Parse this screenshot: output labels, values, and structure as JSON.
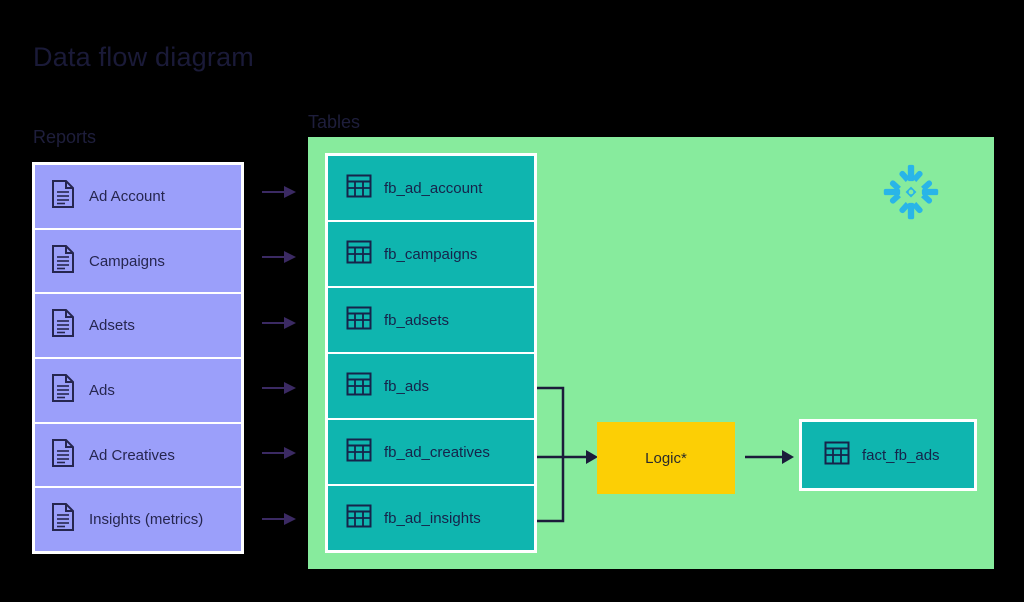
{
  "diagram": {
    "title": "Data flow diagram",
    "colors": {
      "background": "#000000",
      "reports_fill": "#9B9FFA",
      "tables_panel_fill": "#87EB9D",
      "table_fill": "#0FB5AF",
      "logic_fill": "#FCCF05",
      "snowflake_blue": "#29B5E8",
      "stroke_dark": "#26264f",
      "frame_white": "#ffffff"
    }
  },
  "reports": {
    "heading": "Reports",
    "items": [
      {
        "label": "Ad Account",
        "icon": "document-icon"
      },
      {
        "label": "Campaigns",
        "icon": "document-icon"
      },
      {
        "label": "Adsets",
        "icon": "document-icon"
      },
      {
        "label": "Ads",
        "icon": "document-icon"
      },
      {
        "label": "Ad Creatives",
        "icon": "document-icon"
      },
      {
        "label": "Insights (metrics)",
        "icon": "document-icon"
      }
    ]
  },
  "flow_arrows": {
    "count": 6,
    "icon": "arrow-right-icon",
    "direction": "reports-to-tables"
  },
  "tables": {
    "heading": "Tables",
    "platform_logo": "snowflake-icon",
    "items": [
      {
        "label": "fb_ad_account",
        "icon": "table-icon"
      },
      {
        "label": "fb_campaigns",
        "icon": "table-icon"
      },
      {
        "label": "fb_adsets",
        "icon": "table-icon"
      },
      {
        "label": "fb_ads",
        "icon": "table-icon"
      },
      {
        "label": "fb_ad_creatives",
        "icon": "table-icon"
      },
      {
        "label": "fb_ad_insights",
        "icon": "table-icon"
      }
    ],
    "merge_sources": [
      "fb_ads",
      "fb_ad_creatives",
      "fb_ad_insights"
    ]
  },
  "logic": {
    "label": "Logic*",
    "icon": "arrow-right-icon"
  },
  "output": {
    "label": "fact_fb_ads",
    "icon": "table-icon"
  }
}
